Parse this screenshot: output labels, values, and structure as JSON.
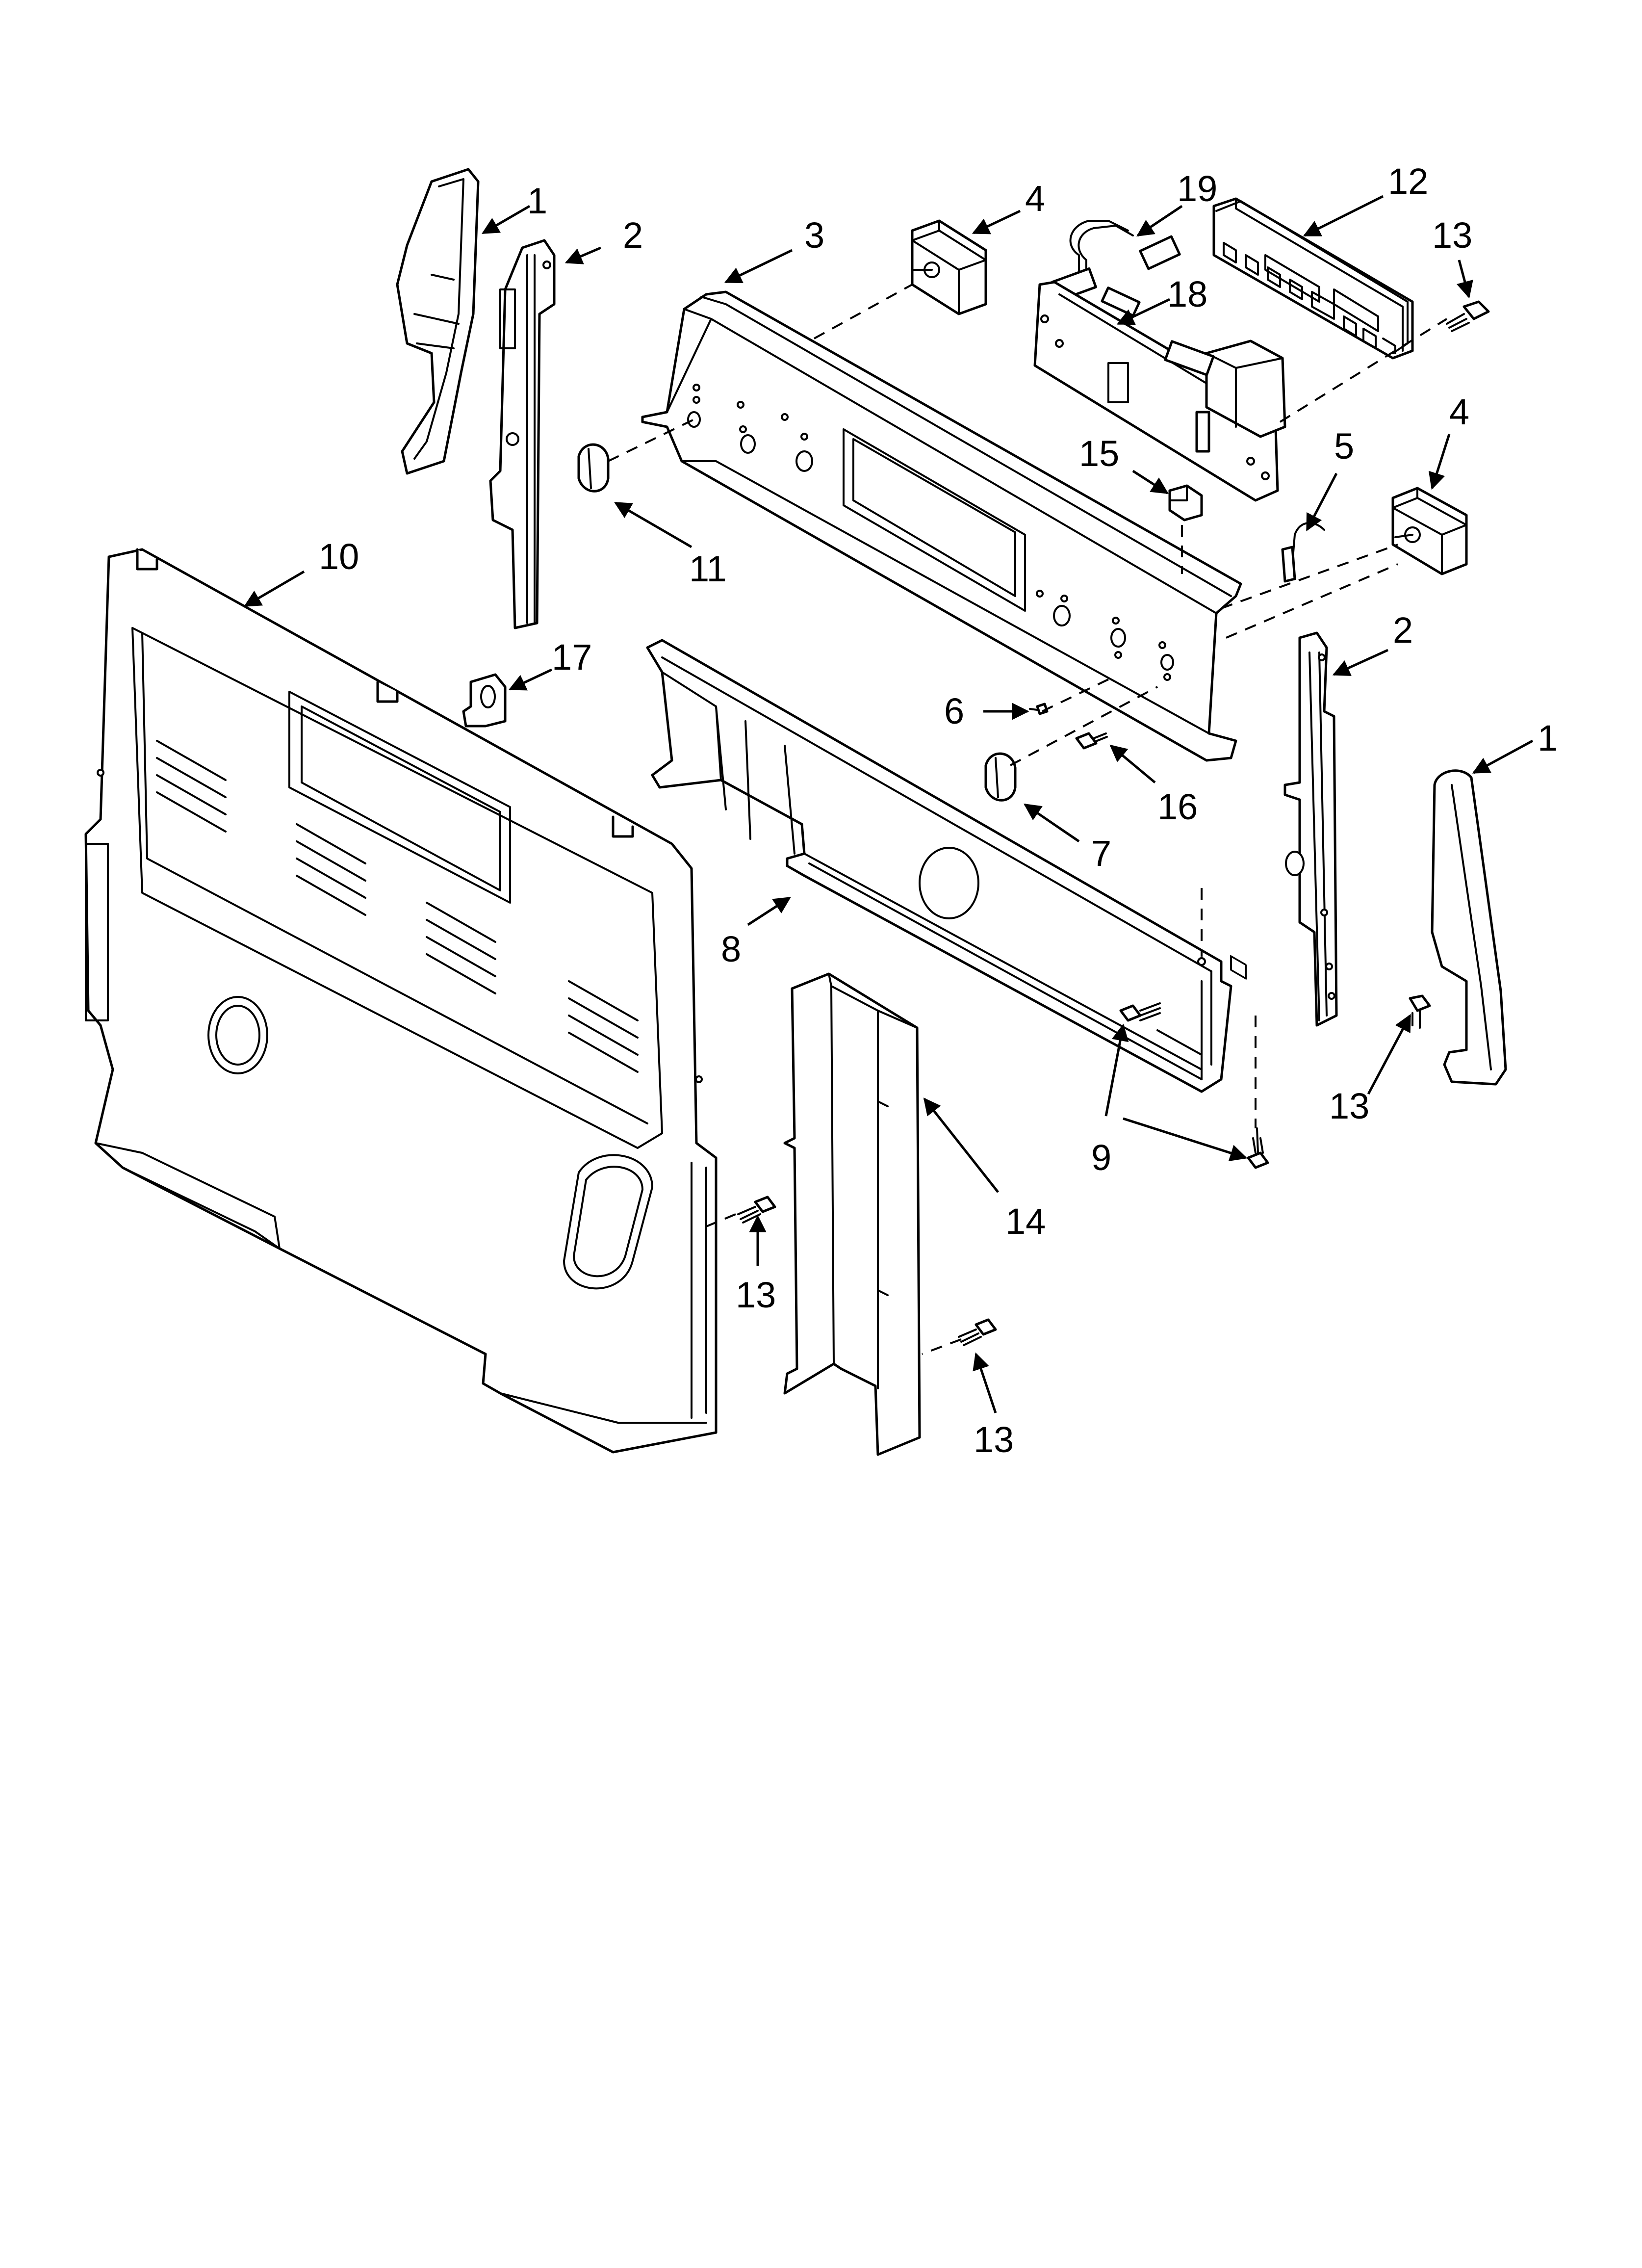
{
  "diagram": {
    "background": "#ffffff",
    "line_color": "#000000",
    "callouts": [
      {
        "id": "c1a",
        "label": "1"
      },
      {
        "id": "c2a",
        "label": "2"
      },
      {
        "id": "c3",
        "label": "3"
      },
      {
        "id": "c4a",
        "label": "4"
      },
      {
        "id": "c19",
        "label": "19"
      },
      {
        "id": "c12",
        "label": "12"
      },
      {
        "id": "c13a",
        "label": "13"
      },
      {
        "id": "c18",
        "label": "18"
      },
      {
        "id": "c15",
        "label": "15"
      },
      {
        "id": "c5",
        "label": "5"
      },
      {
        "id": "c4b",
        "label": "4"
      },
      {
        "id": "c11",
        "label": "11"
      },
      {
        "id": "c10",
        "label": "10"
      },
      {
        "id": "c17",
        "label": "17"
      },
      {
        "id": "c2b",
        "label": "2"
      },
      {
        "id": "c1b",
        "label": "1"
      },
      {
        "id": "c6",
        "label": "6"
      },
      {
        "id": "c16",
        "label": "16"
      },
      {
        "id": "c7",
        "label": "7"
      },
      {
        "id": "c8",
        "label": "8"
      },
      {
        "id": "c13b",
        "label": "13"
      },
      {
        "id": "c9",
        "label": "9"
      },
      {
        "id": "c14",
        "label": "14"
      },
      {
        "id": "c13c",
        "label": "13"
      },
      {
        "id": "c13d",
        "label": "13"
      }
    ]
  }
}
